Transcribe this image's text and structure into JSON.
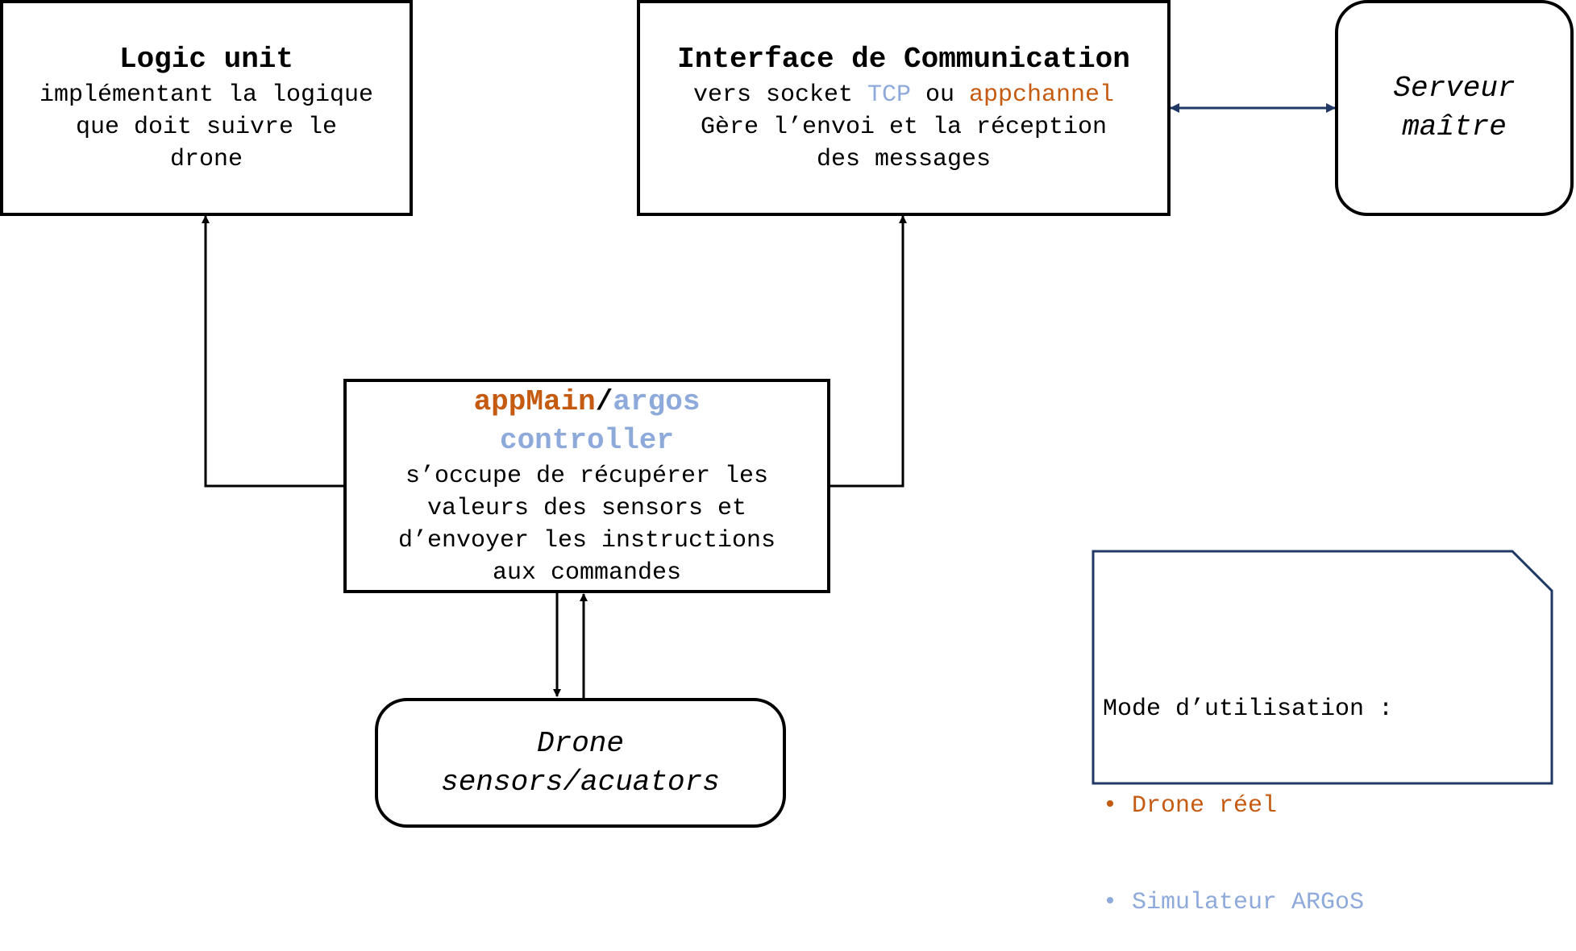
{
  "logic_unit": {
    "title": "Logic unit",
    "line1": "implémentant la logique",
    "line2": "que doit suivre le",
    "line3": "drone"
  },
  "interface": {
    "title": "Interface de Communication",
    "line1_prefix": "vers socket ",
    "line1_tcp": "TCP",
    "line1_mid": " ou ",
    "line1_appchannel": "appchannel",
    "line2": "Gère l’envoi et la réception",
    "line3": "des messages"
  },
  "server": {
    "line1": "Serveur",
    "line2": "maître"
  },
  "controller": {
    "title_appmain": "appMain",
    "title_slash": "/",
    "title_argos": "argos",
    "title_line2": "controller",
    "line1": "s’occupe de récupérer les",
    "line2": "valeurs des sensors et",
    "line3": "d’envoyer les instructions",
    "line4": "aux commandes"
  },
  "drone": {
    "line1": "Drone",
    "line2": "sensors/acuators"
  },
  "legend": {
    "heading": "Mode d’utilisation :",
    "item1": "• Drone réel",
    "item2": "• Simulateur ARGoS"
  },
  "colors": {
    "orange": "#c55a11",
    "blue": "#8eaadb",
    "legend_border": "#1f3864"
  }
}
